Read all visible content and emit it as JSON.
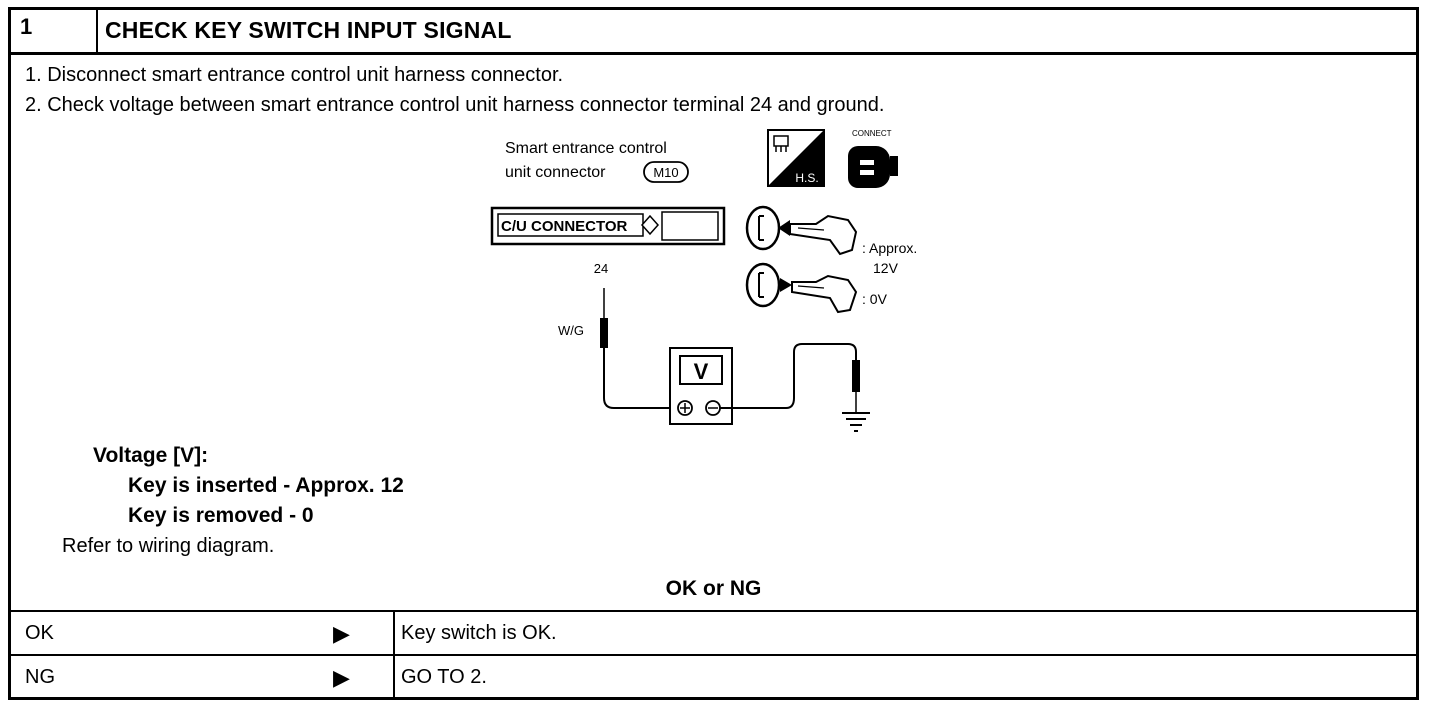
{
  "header": {
    "step_number": "1",
    "title": "CHECK KEY SWITCH INPUT SIGNAL"
  },
  "instructions": [
    "1. Disconnect smart entrance control unit harness connector.",
    "2. Check voltage between smart entrance control unit harness connector terminal 24 and ground."
  ],
  "diagram": {
    "connector_label_line1": "Smart entrance control",
    "connector_label_line2": "unit connector",
    "connector_id": "M10",
    "hs_label": "H.S.",
    "connect_label": "CONNECT",
    "cu_connector": "C/U CONNECTOR",
    "terminal": "24",
    "wire_color": "W/G",
    "meter_label": "V",
    "key_inserted_value_1": ": Approx.",
    "key_inserted_value_2": "12V",
    "key_removed_value": ": 0V"
  },
  "spec": {
    "heading": "Voltage [V]:",
    "line1": "Key is inserted - Approx. 12",
    "line2": "Key is removed - 0"
  },
  "refer": "Refer to wiring diagram.",
  "ok_or_ng": "OK or NG",
  "results": [
    {
      "label": "OK",
      "text": "Key switch is OK."
    },
    {
      "label": "NG",
      "text": "GO TO 2."
    }
  ]
}
